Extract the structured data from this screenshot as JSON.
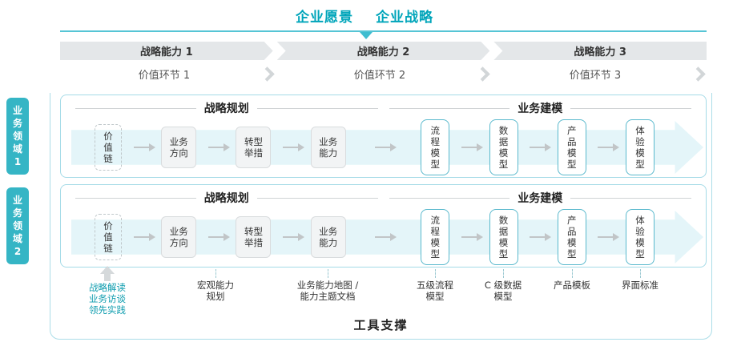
{
  "colors": {
    "accent_teal": "#00a5ba",
    "domain_fill": "#35b5c5",
    "panel_border": "#a5dbe7",
    "arrow_fill": "#e4f5f9",
    "bar_gray": "#e4e7e9"
  },
  "header": {
    "vision": "企业愿景",
    "strategy": "企业战略"
  },
  "capability_bars": [
    {
      "label": "战略能力 1"
    },
    {
      "label": "战略能力 2"
    },
    {
      "label": "战略能力 3"
    }
  ],
  "value_links": [
    {
      "label": "价值环节 1"
    },
    {
      "label": "价值环节 2"
    },
    {
      "label": "价值环节 3"
    }
  ],
  "domains": [
    {
      "label": "业\n务\n领\n域\n1"
    },
    {
      "label": "业\n务\n领\n域\n2"
    }
  ],
  "flow": {
    "sections": [
      {
        "title": "战略规划"
      },
      {
        "title": "业务建模"
      }
    ],
    "boxes": [
      {
        "label": "价\n值\n链"
      },
      {
        "label": "业务\n方向"
      },
      {
        "label": "转型\n举措"
      },
      {
        "label": "业务\n能力"
      },
      {
        "label": "流\n程\n模\n型"
      },
      {
        "label": "数\n据\n模\n型"
      },
      {
        "label": "产\n品\n模\n型"
      },
      {
        "label": "体\n验\n模\n型"
      }
    ]
  },
  "annotations": [
    {
      "label": "战略解读\n业务访谈\n领先实践"
    },
    {
      "label": "宏观能力\n规划"
    },
    {
      "label": "业务能力地图 /\n能力主题文档"
    },
    {
      "label": "五级流程\n模型"
    },
    {
      "label": "C 级数据\n模型"
    },
    {
      "label": "产品模板"
    },
    {
      "label": "界面标准"
    }
  ],
  "footer": {
    "label": "工具支撑"
  }
}
